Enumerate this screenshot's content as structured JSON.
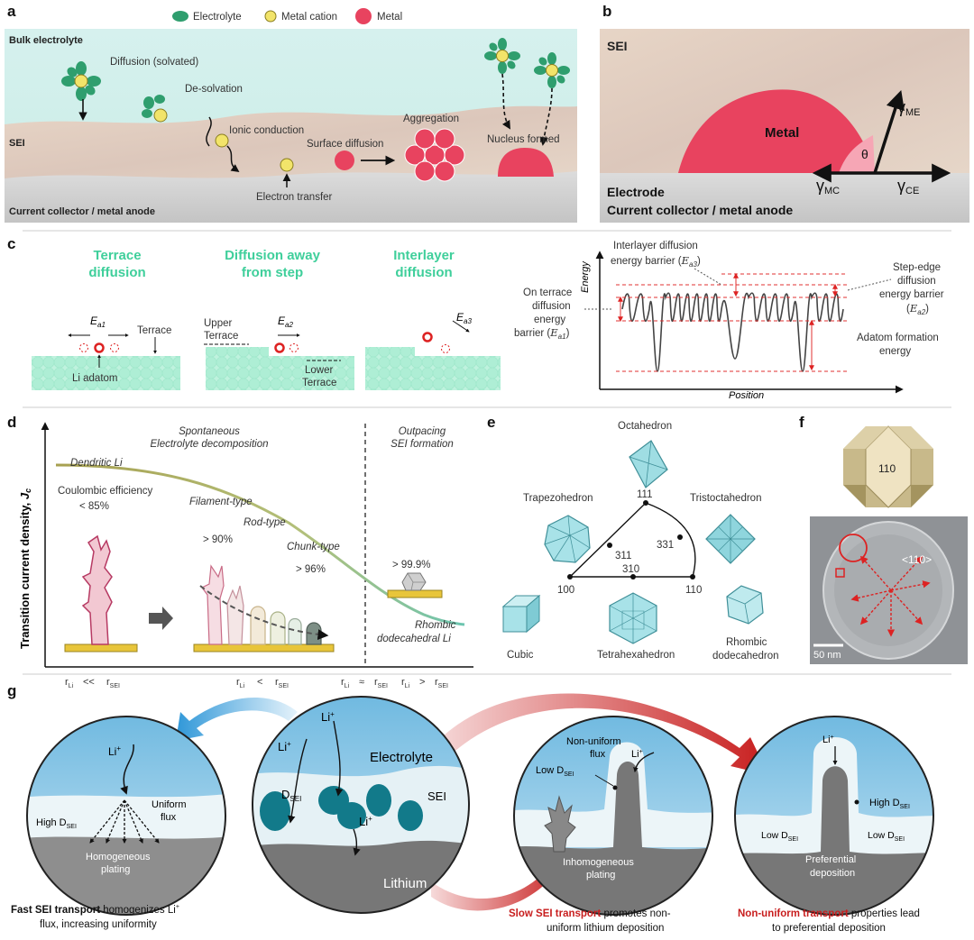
{
  "panel_letters": [
    "a",
    "b",
    "c",
    "d",
    "e",
    "f",
    "g"
  ],
  "a": {
    "legend": {
      "electrolyte": "Electrolyte",
      "metal_cation": "Metal cation",
      "metal": "Metal"
    },
    "bulk_electrolyte": "Bulk electrolyte",
    "sei": "SEI",
    "collector": "Current collector / metal anode",
    "diffusion_solvated": "Diffusion (solvated)",
    "desolvation": "De-solvation",
    "ionic_conduction": "Ionic conduction",
    "surface_diffusion": "Surface diffusion",
    "aggregation": "Aggregation",
    "nucleus_formed": "Nucleus formed",
    "electron_transfer": "Electron transfer"
  },
  "b": {
    "sei": "SEI",
    "metal": "Metal",
    "theta": "θ",
    "gamma_me": "γ",
    "gamma_me_sub": "ME",
    "gamma_mc": "γ",
    "gamma_mc_sub": "MC",
    "gamma_ce": "γ",
    "gamma_ce_sub": "CE",
    "electrode": "Electrode",
    "collector": "Current collector / metal anode"
  },
  "c": {
    "terrace_title_1": "Terrace",
    "terrace_title_2": "diffusion",
    "away_title_1": "Diffusion  away",
    "away_title_2": "from step",
    "interlayer_title_1": "Interlayer",
    "interlayer_title_2": "diffusion",
    "ea1": "E",
    "ea1_sub": "a1",
    "ea2": "E",
    "ea2_sub": "a2",
    "ea3": "E",
    "ea3_sub": "a3",
    "terrace": "Terrace",
    "li_adatom": "Li adatom",
    "upper_terrace_1": "Upper",
    "upper_terrace_2": "Terrace",
    "lower_terrace_1": "Lower",
    "lower_terrace_2": "Terrace",
    "energy_axis": "Energy",
    "position_axis": "Position",
    "interlayer_barrier_1": "Interlayer diffusion",
    "interlayer_barrier_2": "energy barrier (",
    "on_terrace_1": "On terrace",
    "on_terrace_2": "diffusion",
    "on_terrace_3": "energy",
    "on_terrace_4": "barrier (",
    "step_edge_1": "Step-edge",
    "step_edge_2": "diffusion",
    "step_edge_3": "energy barrier",
    "adatom_1": "Adatom formation",
    "adatom_2": "energy"
  },
  "d": {
    "ylabel": "Transition current density, ",
    "ylabel_sym": "J",
    "ylabel_sub": "c",
    "spontaneous_1": "Spontaneous",
    "spontaneous_2": "Electrolyte decomposition",
    "outpacing_1": "Outpacing",
    "outpacing_2": "SEI formation",
    "dendritic": "Dendritic Li",
    "ce_1": "Coulombic efficiency",
    "ce_2": "< 85%",
    "filament": "Filament-type",
    "rod": "Rod-type",
    "chunk": "Chunk-type",
    "gt90": "> 90%",
    "gt96": "> 96%",
    "gt999": "> 99.9%",
    "rhombic_1": "Rhombic",
    "rhombic_2": "dodecahedral Li",
    "r_labels": [
      "r",
      "<<",
      "r",
      "r",
      "<",
      "r",
      "r",
      "≈",
      "r",
      "r",
      ">",
      "r"
    ],
    "sub_li": "Li",
    "sub_sei": "SEI"
  },
  "e": {
    "octahedron": "Octahedron",
    "trapezohedron": "Trapezohedron",
    "tristoctahedron": "Tristoctahedron",
    "cubic": "Cubic",
    "tetrahexahedron": "Tetrahexahedron",
    "rhombic_1": "Rhombic",
    "rhombic_2": "dodecahedron",
    "idx_111": "111",
    "idx_100": "100",
    "idx_110": "110",
    "idx_311": "311",
    "idx_331": "331",
    "idx_310": "310"
  },
  "f": {
    "face": "110",
    "direction": "<110>",
    "scale": "50 nm"
  },
  "g": {
    "li_plus": "Li",
    "plus": "+",
    "high_d": "High D",
    "low_d": "Low D",
    "d_sei": "D",
    "sub_sei": "SEI",
    "uniform_flux_1": "Uniform",
    "uniform_flux_2": "flux",
    "homogeneous_1": "Homogeneous",
    "homogeneous_2": "plating",
    "electrolyte": "Electrolyte",
    "sei": "SEI",
    "lithium": "Lithium",
    "nonuniform_1": "Non-uniform",
    "nonuniform_2": "flux",
    "inhomogeneous_1": "Inhomogeneous",
    "inhomogeneous_2": "plating",
    "preferential_1": "Preferential",
    "preferential_2": "deposition",
    "cap1_bold": "Fast SEI transport",
    "cap1_rest_1": " homogenizes Li",
    "cap1_rest_2": "flux, increasing uniformity",
    "cap2_bold": "Slow SEI transport",
    "cap2_rest_1": " promotes non-",
    "cap2_rest_2": "uniform lithium deposition",
    "cap3_bold": "Non-uniform transport",
    "cap3_rest_1": " properties lead",
    "cap3_rest_2": "to preferential deposition"
  },
  "colors": {
    "electrolyte": "#2f9e6e",
    "cation": "#f2e46a",
    "metal": "#e8435f",
    "accent_green": "#3fcf9b",
    "accent_red": "#c81e1e",
    "accent_blue": "#2f97d8"
  }
}
